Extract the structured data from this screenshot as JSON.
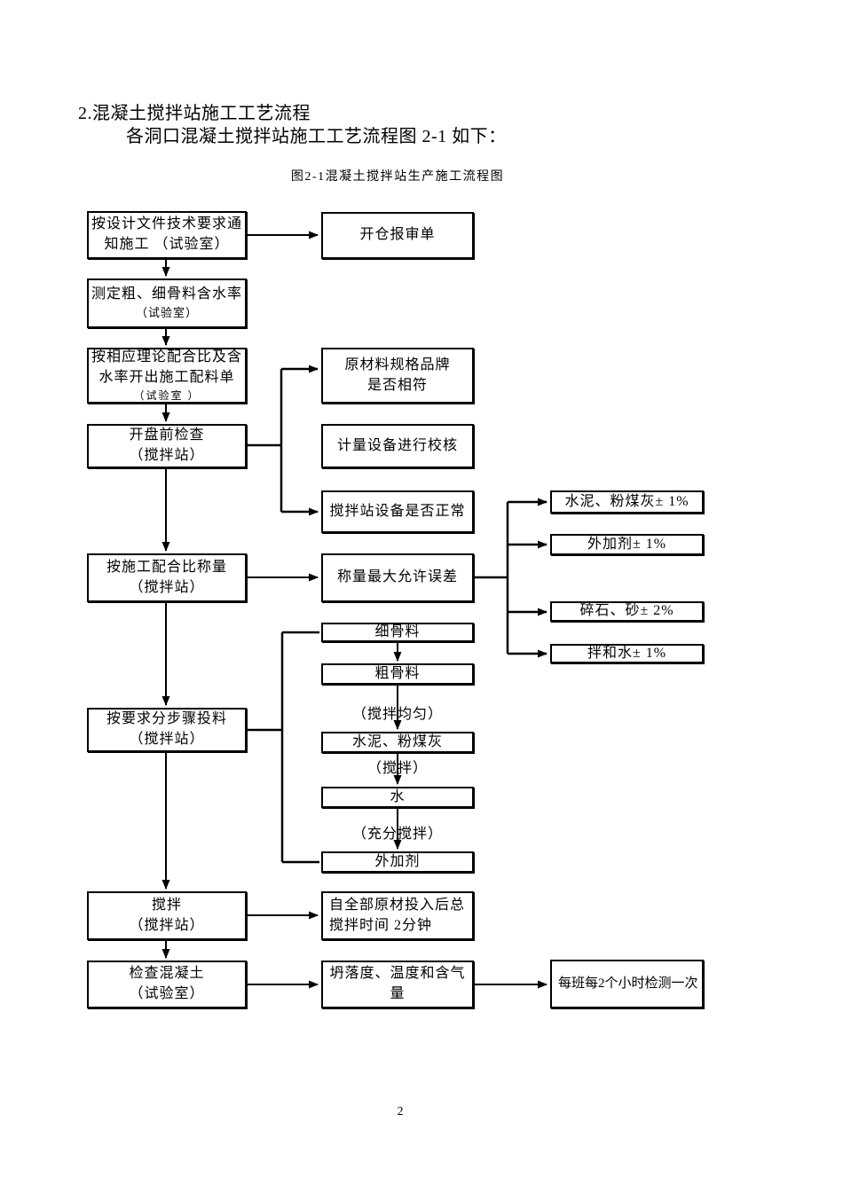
{
  "page": {
    "heading": "2.混凝土搅拌站施工工艺流程",
    "subheading": "各洞口混凝土搅拌站施工工艺流程图 2-1 如下：",
    "figure_caption": "图2-1混凝土搅拌站生产施工流程图",
    "page_number": "2"
  },
  "flowchart": {
    "boxes": {
      "notify": {
        "l1": "按设计文件技术要求通",
        "l2": "知施工 （试验室）"
      },
      "report": {
        "l1": "开仓报审单"
      },
      "measure": {
        "l1": "测定粗、细骨料含水率",
        "l2": "（试验室）"
      },
      "batch_list": {
        "l1": "按相应理论配合比及含",
        "l2": "水率开出施工配料单",
        "l3": "（试验室 ）"
      },
      "pre_check": {
        "l1": "开盘前检查",
        "l2": "（搅拌站）"
      },
      "material_brand": {
        "l1": "原材料规格品牌",
        "l2": "是否相符"
      },
      "calibrate": {
        "l1": "计量设备进行校核"
      },
      "equipment_ok": {
        "l1": "搅拌站设备是否正常"
      },
      "weigh": {
        "l1": "按施工配合比称量",
        "l2": "（搅拌站）"
      },
      "max_error": {
        "l1": "称量最大允许误差"
      },
      "cement_flyash_err": {
        "l1": "水泥、粉煤灰± 1%"
      },
      "admixture_err": {
        "l1": "外加剂± 1%"
      },
      "gravel_sand_err": {
        "l1": "碎石、砂± 2%"
      },
      "water_err": {
        "l1": "拌和水± 1%"
      },
      "fine_agg": {
        "l1": "细骨料"
      },
      "coarse_agg": {
        "l1": "粗骨料"
      },
      "cement_flyash": {
        "l1": "水泥、粉煤灰"
      },
      "water": {
        "l1": "水"
      },
      "admixture": {
        "l1": "外加剂"
      },
      "feed": {
        "l1": "按要求分步骤投料",
        "l2": "（搅拌站）"
      },
      "mix": {
        "l1": "搅拌",
        "l2": "（搅拌站）"
      },
      "mix_time": {
        "l1": "自全部原材投入后总",
        "l2": "搅拌时间 2分钟"
      },
      "check_concrete": {
        "l1": "检查混凝土",
        "l2": "（试验室）"
      },
      "slump": {
        "l1": "坍落度、温度和含气",
        "l2": "量"
      },
      "test_freq": {
        "l1": "每班每2个小时检测一次"
      }
    },
    "inline_labels": {
      "mix_even": "（搅拌均匀）",
      "mix_short": "（搅拌）",
      "mix_full": "（充分搅拌）"
    },
    "line_color": "#000000",
    "background": "#ffffff"
  }
}
